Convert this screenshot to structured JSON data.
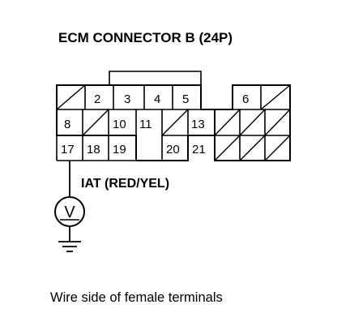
{
  "title": "ECM CONNECTOR B (24P)",
  "connector": {
    "pins": {
      "p2": "2",
      "p3": "3",
      "p4": "4",
      "p5": "5",
      "p6": "6",
      "p8": "8",
      "p10": "10",
      "p11": "11",
      "p13": "13",
      "p17": "17",
      "p18": "18",
      "p19": "19",
      "p20": "20",
      "p21": "21"
    }
  },
  "signal_label": "IAT (RED/YEL)",
  "meter_symbol": "V",
  "caption": "Wire side of female terminals"
}
